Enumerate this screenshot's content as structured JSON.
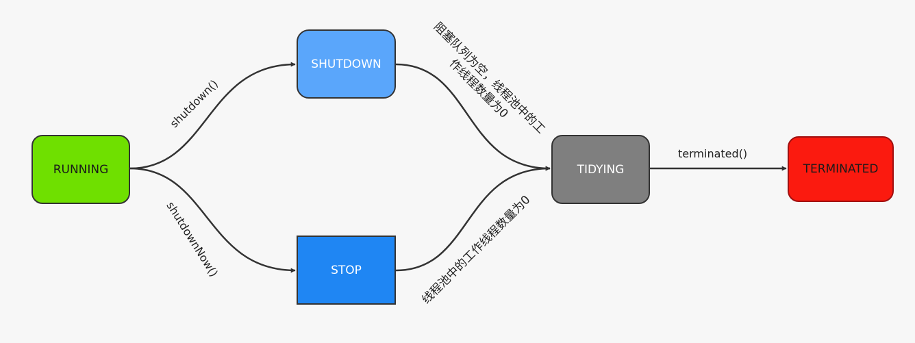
{
  "nodes": {
    "running": {
      "label": "RUNNING",
      "color": "#6fe000"
    },
    "shutdown": {
      "label": "SHUTDOWN",
      "color": "#5aa6fb"
    },
    "stop": {
      "label": "STOP",
      "color": "#1f86f3"
    },
    "tidying": {
      "label": "TIDYING",
      "color": "#7f7f7f"
    },
    "terminated": {
      "label": "TERMINATED",
      "color": "#fb1a0f"
    }
  },
  "edges": {
    "shutdown": {
      "label": "shutdown()"
    },
    "shutdown_now": {
      "label": "shutdownNow()"
    },
    "queue_empty": {
      "line1": "阻塞队列为空，线程池中的工",
      "line2": "作线程数量为0"
    },
    "workers_zero": {
      "label": "线程池中的工作线程数量为0"
    },
    "terminated": {
      "label": "terminated()"
    }
  },
  "colors": {
    "edge": "#333333",
    "background": "#f7f7f7"
  }
}
